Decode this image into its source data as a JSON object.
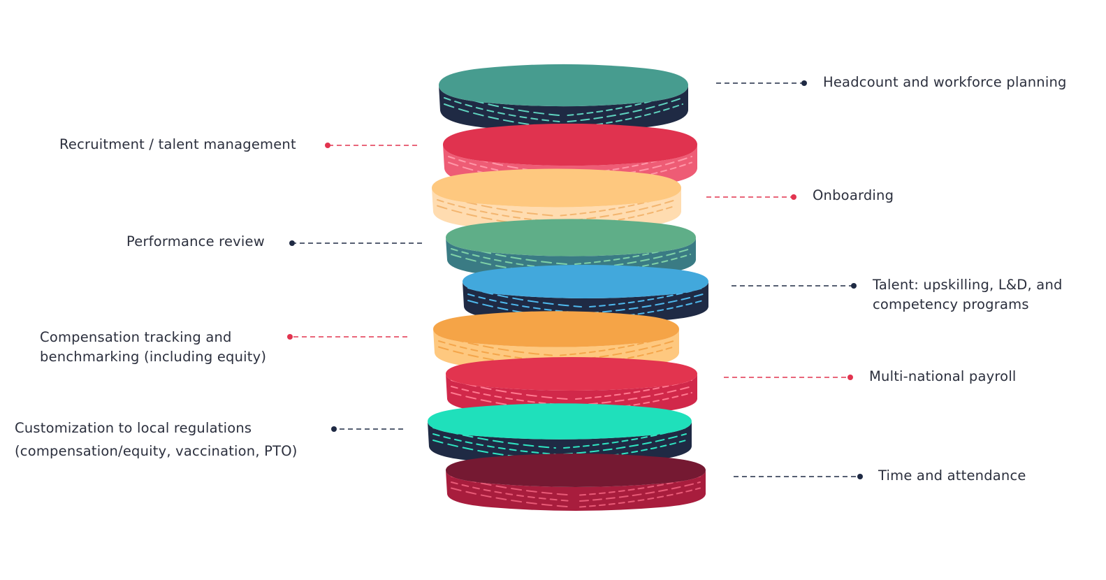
{
  "colors": {
    "navy": "#1f2a44",
    "crimson": "#e2344f",
    "label_text": "#2b2f3d"
  },
  "layers": [
    {
      "top": "#479c8f",
      "side": "#1f2a44",
      "dash": "#5fd3bf"
    },
    {
      "top": "#e0334f",
      "side": "#ee5c75",
      "dash": "#ff97a8"
    },
    {
      "top": "#fec87f",
      "side": "#ffdcb0",
      "dash": "#f3b56f"
    },
    {
      "top": "#5fae88",
      "side": "#3a7b84",
      "dash": "#7fd1a7"
    },
    {
      "top": "#42a8dc",
      "side": "#1f2a44",
      "dash": "#4fb9ee"
    },
    {
      "top": "#f5a447",
      "side": "#fec87f",
      "dash": "#f4a54a"
    },
    {
      "top": "#e2344f",
      "side": "#d1284a",
      "dash": "#ff7a90"
    },
    {
      "top": "#1fe0bb",
      "side": "#1f2a44",
      "dash": "#2fe5c2"
    },
    {
      "top": "#751932",
      "side": "#a81d3d",
      "dash": "#e85a77"
    }
  ],
  "labels": [
    {
      "id": "headcount",
      "lines": [
        "Headcount and workforce planning"
      ],
      "side": "right",
      "dot": "navy"
    },
    {
      "id": "recruitment",
      "lines": [
        "Recruitment / talent management"
      ],
      "side": "left",
      "dot": "crimson"
    },
    {
      "id": "onboarding",
      "lines": [
        "Onboarding"
      ],
      "side": "right",
      "dot": "crimson"
    },
    {
      "id": "performance",
      "lines": [
        "Performance review"
      ],
      "side": "left",
      "dot": "navy"
    },
    {
      "id": "talent",
      "lines": [
        "Talent: upskilling, L&D, and",
        "competency programs"
      ],
      "side": "right",
      "dot": "navy"
    },
    {
      "id": "compensation",
      "lines": [
        "Compensation tracking and",
        "benchmarking (including equity)"
      ],
      "side": "left",
      "dot": "crimson"
    },
    {
      "id": "payroll",
      "lines": [
        "Multi-national payroll"
      ],
      "side": "right",
      "dot": "crimson"
    },
    {
      "id": "customization",
      "lines": [
        "Customization to local regulations",
        "(compensation/equity, vaccination, PTO)"
      ],
      "side": "left",
      "dot": "navy"
    },
    {
      "id": "time",
      "lines": [
        "Time and attendance"
      ],
      "side": "right",
      "dot": "navy"
    }
  ]
}
